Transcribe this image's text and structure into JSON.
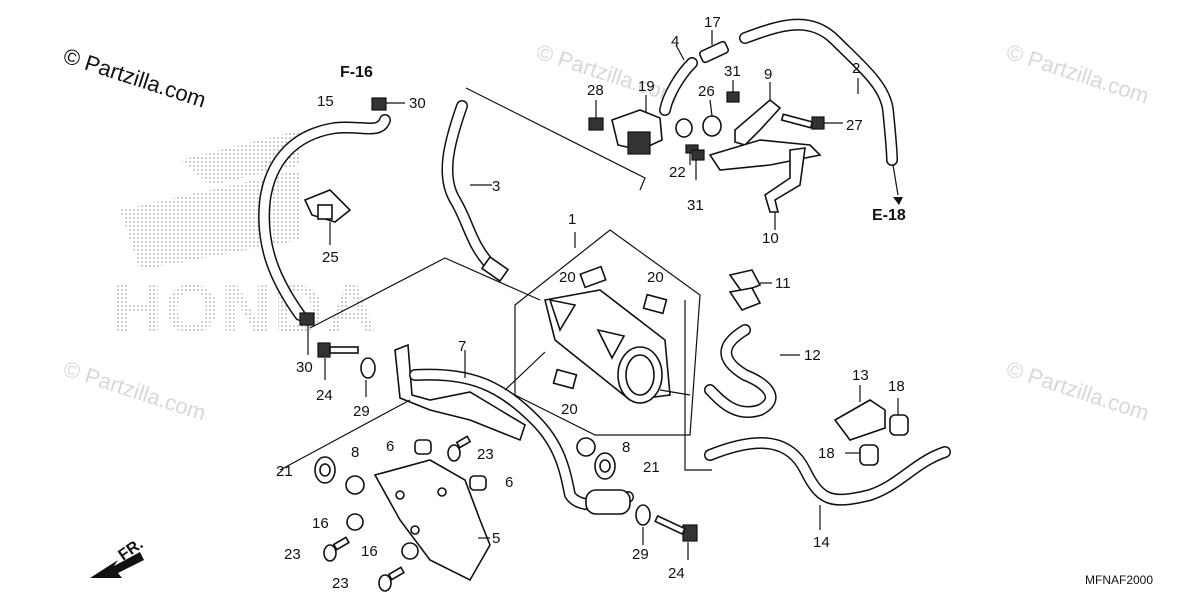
{
  "watermark": {
    "copyright": "© Partzilla.com",
    "repeat": "© Partzilla.com"
  },
  "brand_logo": "HONDA",
  "refs": {
    "f16": "F-16",
    "e18": "E-18",
    "front": "FR.",
    "diagram_code": "MFNAF2000"
  },
  "callouts": {
    "c1": "1",
    "c2": "2",
    "c3": "3",
    "c4": "4",
    "c5": "5",
    "c6a": "6",
    "c6b": "6",
    "c7": "7",
    "c8a": "8",
    "c8b": "8",
    "c9": "9",
    "c10": "10",
    "c11": "11",
    "c12": "12",
    "c13": "13",
    "c14": "14",
    "c15": "15",
    "c16a": "16",
    "c16b": "16",
    "c17": "17",
    "c18a": "18",
    "c18b": "18",
    "c19": "19",
    "c20a": "20",
    "c20b": "20",
    "c20c": "20",
    "c21a": "21",
    "c21b": "21",
    "c22": "22",
    "c23a": "23",
    "c23b": "23",
    "c23c": "23",
    "c24a": "24",
    "c24b": "24",
    "c25": "25",
    "c26": "26",
    "c27": "27",
    "c28": "28",
    "c29a": "29",
    "c29b": "29",
    "c30a": "30",
    "c30b": "30",
    "c31a": "31",
    "c31b": "31"
  }
}
